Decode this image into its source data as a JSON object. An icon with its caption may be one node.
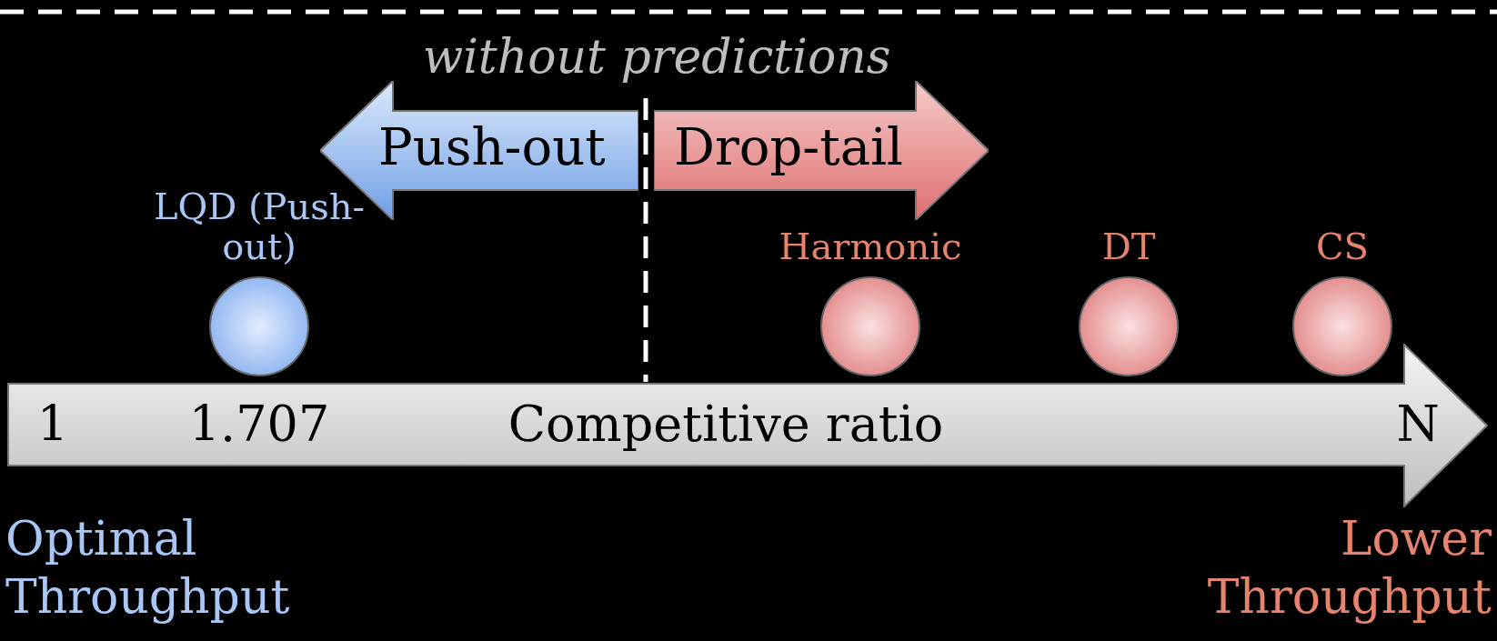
{
  "diagram": {
    "nodes": [
      {
        "text": [
          "Push-out"
        ]
      },
      {
        "text": [
          "Drop-tail"
        ]
      },
      {
        "text": [
          "LQD (Push-out)"
        ]
      },
      {
        "text": [
          "Harmonic"
        ]
      },
      {
        "text": [
          "DT"
        ]
      },
      {
        "text": [
          "CS"
        ]
      },
      {
        "text": [
          "1",
          "1.707",
          "Competitive ratio",
          "N"
        ]
      }
    ],
    "labels": [
      "without predictions",
      "Optimal Throughput",
      "Lower Throughput"
    ]
  }
}
